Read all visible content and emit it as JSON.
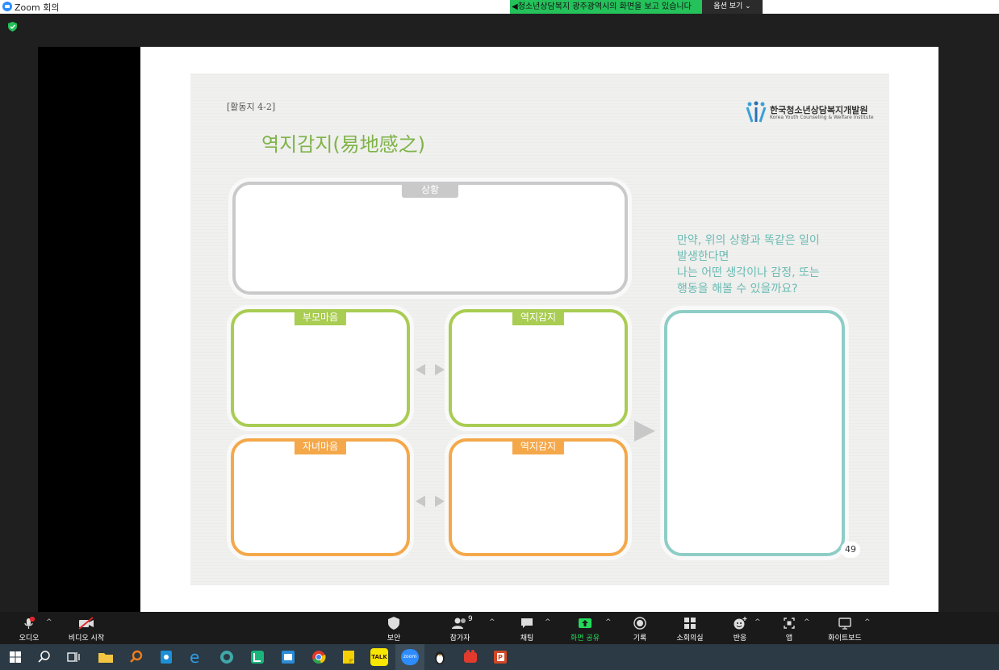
{
  "window": {
    "title": "Zoom 회의"
  },
  "share_banner": {
    "text": "청소년상담복지 광주광역시의 화면을 보고 있습니다",
    "options_label": "옵션 보기"
  },
  "slide": {
    "activity_label": "[활동지 4-2]",
    "org_name": "한국청소년상담복지개발원",
    "org_name_en": "Korea Youth Counseling & Welfare Institute",
    "title": "역지감지(易地感之)",
    "boxes": {
      "situation": "상황",
      "parent_mind": "부모마음",
      "empathy_top": "역지감지",
      "child_mind": "자녀마음",
      "empathy_bottom": "역지감지"
    },
    "question_lines": [
      "만약, 위의 상황과 똑같은 일이",
      "발생한다면",
      "나는 어떤 생각이나 감정, 또는",
      "행동을 해볼 수 있을까요?"
    ],
    "page_number": "49",
    "colors": {
      "title": "#7fb349",
      "green": "#a9cc52",
      "orange": "#f4a84a",
      "teal": "#8ecdc6",
      "gray": "#c9c9c9"
    }
  },
  "toolbar": {
    "audio": "오디오",
    "video": "비디오 시작",
    "security": "보안",
    "participants": "참가자",
    "participant_count": "9",
    "chat": "채팅",
    "share": "화면 공유",
    "record": "기록",
    "breakout": "소회의실",
    "reactions": "반응",
    "apps": "앱",
    "whiteboard": "화이트보드",
    "audio_badge": "!",
    "share_color": "#23d959"
  },
  "taskbar": {
    "icons": [
      "windows-start-icon",
      "search-icon",
      "task-view-icon",
      "file-explorer-icon",
      "search-app-icon",
      "network-app-icon",
      "edge-icon",
      "browser-icon",
      "green-app-icon",
      "blue-app-icon",
      "chrome-icon",
      "sticky-notes-icon",
      "kakaotalk-icon",
      "zoom-icon",
      "penguin-app-icon",
      "red-app-icon",
      "powerpoint-icon"
    ],
    "kakao_label": "TALK",
    "zoom_label": "zoom"
  }
}
